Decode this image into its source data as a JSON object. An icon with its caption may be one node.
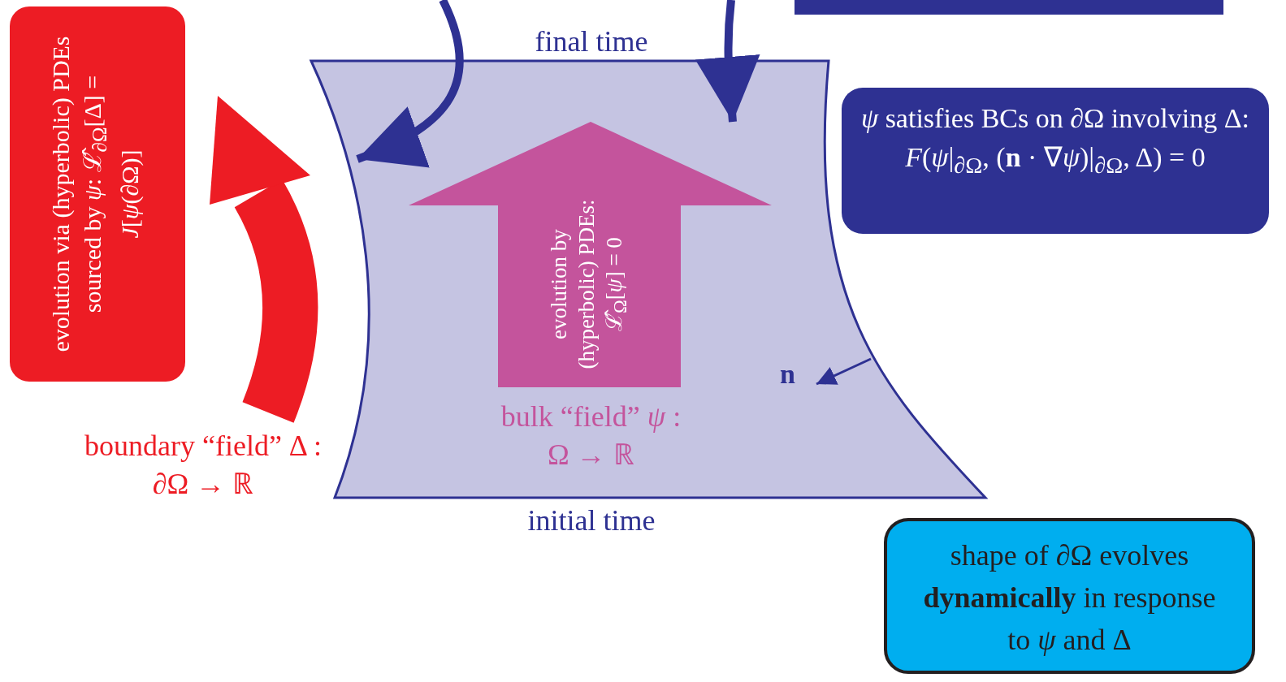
{
  "diagram": {
    "nodes": [
      {
        "text": [],
        "shape": "box"
      },
      {
        "text": [
          "evolution via (hyperbolic) PDEs sourced by *ψ*: ℒ̂$_{∂Ω}$[Δ] = *J*[*ψ*(∂Ω)]"
        ]
      },
      {
        "text": [
          "final time"
        ],
        "beside": [
          "initial time"
        ]
      },
      {
        "text": [
          "evolution by (hyperbolic) PDEs: ℒ̂$_{Ω}$[*ψ*] = 0"
        ],
        "in": 2
      },
      {
        "text": [
          "*ψ* satisfies BCs on ∂Ω involving Δ: *F*(*ψ*|$_{∂Ω}$, (**n** · ∇*ψ*)|$_{∂Ω}$, Δ) = 0"
        ]
      },
      {
        "text": [
          "shape of ∂Ω evolves **dynamically** in response to *ψ* and Δ"
        ]
      }
    ],
    "edges": [
      {
        "from": null,
        "to": 2,
        "arrow": "to"
      },
      {
        "from": null,
        "to": 2,
        "arrow": "to"
      }
    ],
    "labels": [
      "boundary “field” Δ : ∂Ω → ℝ",
      "bulk “field” *ψ* : Ω → ℝ",
      "n"
    ]
  }
}
